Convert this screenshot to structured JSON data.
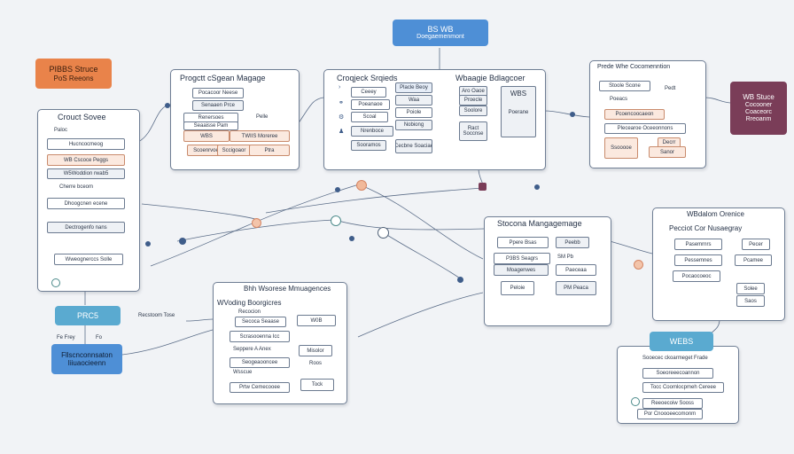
{
  "colors": {
    "line": "#5b6d88",
    "accent_blue": "#4e8fd6",
    "accent_orange": "#e9834a",
    "accent_purple": "#7a3d58",
    "accent_teal": "#5aaad0",
    "node": "#3f5d8a"
  },
  "top_node": {
    "line1": "BS WB",
    "line2": "Doegaemenmont"
  },
  "left_orange": {
    "line1": "PIBBS Struce",
    "line2": "PoS Reeons"
  },
  "right_purple": {
    "line1": "WB Stuce",
    "line2": "Cocooner",
    "line3": "Coaceorc",
    "line4": "Rreoanm"
  },
  "left_panel": {
    "title": "Crouct Sovee",
    "items": [
      "Paloc",
      "Hucncocmeog",
      "WB Cscoce Peggs",
      "W5Woddion rwab5",
      "Cherre bceom",
      "Dhoogcnen ecene",
      "Dectrogenfo nans",
      "Wweognerccs Solle"
    ]
  },
  "project_panel": {
    "title": "Progctt cSgean Magage",
    "items": [
      "Pocacoor Neese",
      "Senaaen Prce",
      "Renersoes",
      "Pelle",
      "Seaaisse Pam",
      "WBS",
      "TWIIS Moreree",
      "Scoenrvoes",
      "Sccigoaor",
      "Ptra"
    ]
  },
  "struct_panel": {
    "title_left": "Croqjeck Srqieds",
    "title_right": "Wbaagie Bdlagcoer",
    "items": [
      "Ceeey",
      "Poeanaoe",
      "Scoal",
      "Nrenboce",
      "Sooramos",
      "Placle Beoy",
      "Waa",
      "Poiole",
      "Nobiong",
      "Cecbne Soaciae",
      "Aro Oaoe",
      "Proecle",
      "Soolore",
      "Ract Soccnse"
    ]
  },
  "wbs_box": {
    "title": "WBS",
    "sub": "Poerane"
  },
  "top_right_panel": {
    "title": "Prede Whe Cocomenntion",
    "items": [
      "Stoole Scone",
      "Poeacs",
      "Pcoencoocaeon",
      "Plecearoe Oceeonnons",
      "Ssooooe",
      "Pedt",
      "Decrr",
      "Sanor"
    ]
  },
  "mid_panel": {
    "title": "Stocona Mangagemage",
    "items": [
      "Ppere Bsas",
      "Peebb",
      "P3BS Seagrs",
      "SM Pb",
      "Moagenwes",
      "Paeceaa",
      "Peloie",
      "PM Peaca"
    ]
  },
  "right_panel": {
    "title": "WBdalom Orenice",
    "subtitle": "Pecciot Cor Nusaegray",
    "items": [
      "Pasemrnrs",
      "Pecer",
      "Pessemnes",
      "Pcamee",
      "Pocaocoeoc",
      "Solee",
      "Saos"
    ]
  },
  "bottom_panel": {
    "title": "Bhh Wsorese Mmuagences",
    "subtitle": "WVoding Boorgicres",
    "items": [
      "Recocion",
      "Secoca Seaase",
      "Scrasooenna Icc",
      "Seppere A Anex",
      "Seogeaooncee",
      "Wsscue",
      "Prtw Cemecooee",
      "W0B",
      "Misolor",
      "Roos",
      "Tock"
    ]
  },
  "bottom_right_panel": {
    "title": "WEBS",
    "items": [
      "Sooecec ckoarmeget Frade",
      "Soeoreeecoannon",
      "Tocc Coomlocpmeh Cereee",
      "Reeoecoiw Sooss",
      "Por Cnoooeecomonm"
    ]
  },
  "left_bottom": {
    "prc": "PRC5",
    "rf_label": "Recstoom Tose",
    "fr_label": "Fe Frey",
    "fr_value": "Fo",
    "blue_line1": "Fllscnconnsaton",
    "blue_line2": "Iiiuaocieenn"
  }
}
